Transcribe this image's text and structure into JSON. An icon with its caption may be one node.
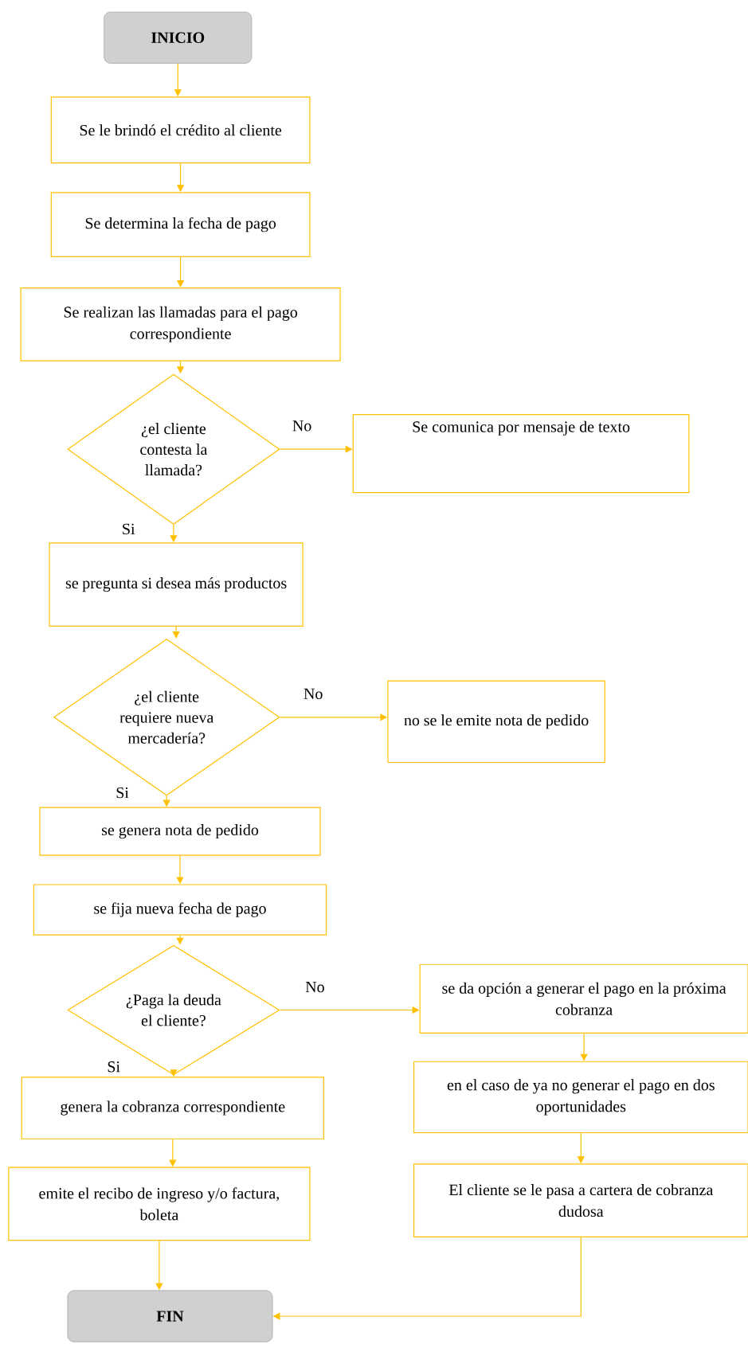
{
  "diagram": {
    "nodes": [
      {
        "text": [
          "INICIO"
        ]
      },
      {
        "text": [
          "Se le brindó el crédito al cliente"
        ]
      },
      {
        "text": [
          "Se determina la fecha de pago"
        ]
      },
      {
        "text": [
          "Se realizan las llamadas para el pago correspondiente"
        ]
      },
      {
        "text": [
          "¿el cliente contesta la llamada?"
        ]
      },
      {
        "text": [
          "Se comunica por mensaje de texto"
        ]
      },
      {
        "text": [
          "se pregunta si desea más productos"
        ]
      },
      {
        "text": [
          "¿el cliente requiere nueva mercadería?"
        ]
      },
      {
        "text": [
          "no se le emite nota de pedido"
        ]
      },
      {
        "text": [
          "se genera nota de pedido"
        ]
      },
      {
        "text": [
          "se fija nueva fecha de pago"
        ]
      },
      {
        "text": [
          "¿Paga la deuda el cliente?"
        ]
      },
      {
        "text": [
          "se da opción a generar el pago en la próxima cobranza"
        ]
      },
      {
        "text": [
          "en el caso de ya no generar el pago en dos oportunidades"
        ]
      },
      {
        "text": [
          "El cliente se le pasa a cartera de cobranza dudosa"
        ]
      },
      {
        "text": [
          "genera la cobranza correspondiente"
        ]
      },
      {
        "text": [
          "emite el recibo de ingreso y/o factura, boleta"
        ]
      },
      {
        "text": [
          "FIN"
        ]
      }
    ],
    "edges": [
      {
        "from": 0,
        "to": 1,
        "arrow": "to"
      },
      {
        "from": 1,
        "to": 2,
        "arrow": "to"
      },
      {
        "from": 2,
        "to": 3,
        "arrow": "to"
      },
      {
        "from": 3,
        "to": 4,
        "arrow": "to"
      },
      {
        "from": 4,
        "to": 5,
        "arrow": "to",
        "label": "No"
      },
      {
        "from": 4,
        "to": 6,
        "arrow": "to",
        "label": "Si"
      },
      {
        "from": 6,
        "to": 7,
        "arrow": "to"
      },
      {
        "from": 7,
        "to": 8,
        "arrow": "to",
        "label": "No"
      },
      {
        "from": 7,
        "to": 9,
        "arrow": "to",
        "label": "Si"
      },
      {
        "from": 9,
        "to": 10,
        "arrow": "to"
      },
      {
        "from": 10,
        "to": 11,
        "arrow": "to"
      },
      {
        "from": 11,
        "to": 12,
        "arrow": "to",
        "label": "No"
      },
      {
        "from": 11,
        "to": 15,
        "arrow": "to",
        "label": "Si"
      },
      {
        "from": 12,
        "to": 13,
        "arrow": "to"
      },
      {
        "from": 13,
        "to": 14,
        "arrow": "to"
      },
      {
        "from": 15,
        "to": 16,
        "arrow": "to"
      },
      {
        "from": 16,
        "to": 17,
        "arrow": "to"
      },
      {
        "from": 14,
        "to": 17,
        "arrow": "to"
      }
    ]
  }
}
